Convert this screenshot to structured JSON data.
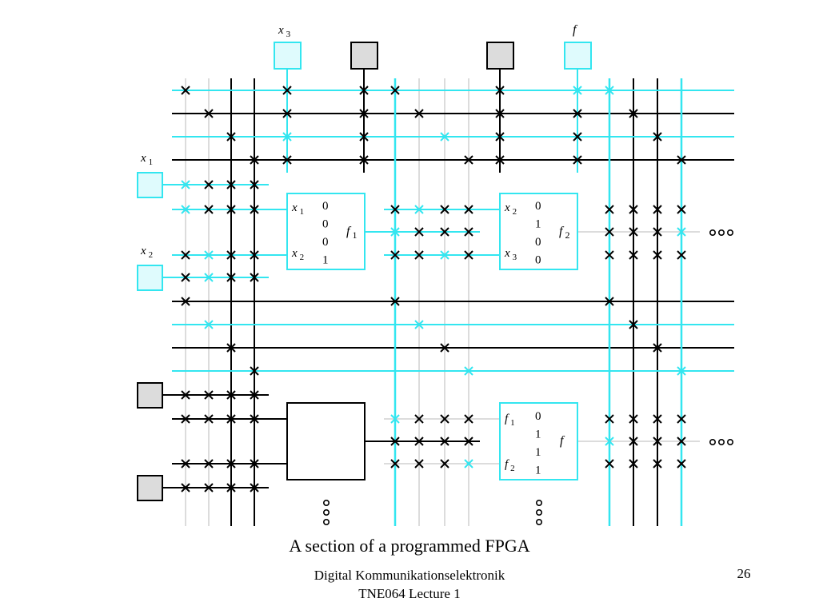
{
  "caption": "A section of a programmed FPGA",
  "footer": {
    "line1": "Digital Kommunikationselektronik",
    "line2": "TNE064 Lecture 1"
  },
  "page_number": "26",
  "colors": {
    "programmed": "#33e6f0",
    "wire": "#000000",
    "thin_wire": "#b8b8b8",
    "unused_pad_fill": "#dcdcdc",
    "used_pad_fill": "#dffbfd"
  },
  "pads": {
    "x1": {
      "base": "x",
      "sub": "1"
    },
    "x2": {
      "base": "x",
      "sub": "2"
    },
    "x3": {
      "base": "x",
      "sub": "3"
    },
    "f": "f"
  },
  "luts": [
    {
      "inputs": [
        {
          "base": "x",
          "sub": "1"
        },
        {
          "base": "x",
          "sub": "2"
        }
      ],
      "values": [
        "0",
        "0",
        "0",
        "1"
      ],
      "output": {
        "base": "f",
        "sub": "1"
      }
    },
    {
      "inputs": [
        {
          "base": "x",
          "sub": "2"
        },
        {
          "base": "x",
          "sub": "3"
        }
      ],
      "values": [
        "0",
        "1",
        "0",
        "0"
      ],
      "output": {
        "base": "f",
        "sub": "2"
      }
    },
    {
      "inputs": [
        {
          "base": "f",
          "sub": "1"
        },
        {
          "base": "f",
          "sub": "2"
        }
      ],
      "values": [
        "0",
        "1",
        "1",
        "1"
      ],
      "output": {
        "base": "f",
        "sub": ""
      }
    }
  ]
}
